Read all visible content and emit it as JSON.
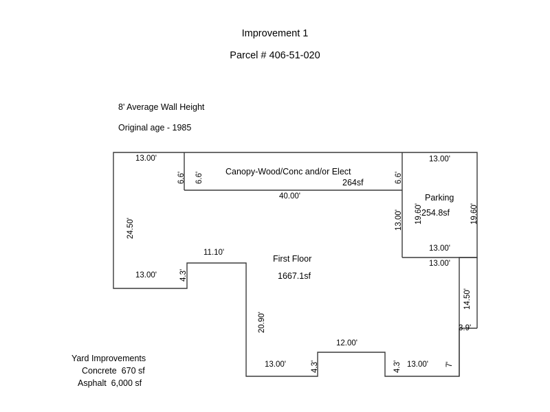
{
  "header": {
    "title": "Improvement 1",
    "subtitle": "Parcel # 406-51-020"
  },
  "notes": {
    "wall_height": "8' Average Wall Height",
    "original_age": "Original age - 1985",
    "yard_improvements_title": "Yard Improvements",
    "yard_concrete": "Concrete  670 sf",
    "yard_asphalt": "Asphalt  6,000 sf"
  },
  "areas": {
    "first_floor_label": "First Floor",
    "first_floor_size": "1667.1sf",
    "canopy_label": "Canopy-Wood/Conc and/or Elect",
    "canopy_size": "264sf",
    "parking_label": "Parking",
    "parking_size": "254.8sf"
  },
  "dimensions": {
    "top_left_13": "13.00'",
    "canopy_left_66_a": "6.6'",
    "canopy_left_66_b": "6.6'",
    "canopy_right_66": "6.6'",
    "canopy_bottom_40": "40.00'",
    "parking_top_13": "13.00'",
    "parking_left_196": "19.60'",
    "parking_right_196": "19.60'",
    "parking_bottom_13": "13.00'",
    "right_upper_13": "13.00'",
    "below_parking_13": "13.00'",
    "left_2450": "24.50'",
    "lower_left_13": "13.00'",
    "step_43_a": "4.3'",
    "span_1110": "11.10'",
    "vert_2090": "20.90'",
    "bottom_13_a": "13.00'",
    "notch_43_left": "4.3'",
    "notch_1200": "12.00'",
    "notch_43_right": "4.3'",
    "bottom_13_b": "13.00'",
    "right_7": "7'",
    "right_39": "3.9'",
    "right_1450": "14.50'"
  },
  "style": {
    "stroke": "#3a3a3a",
    "background": "#ffffff"
  }
}
